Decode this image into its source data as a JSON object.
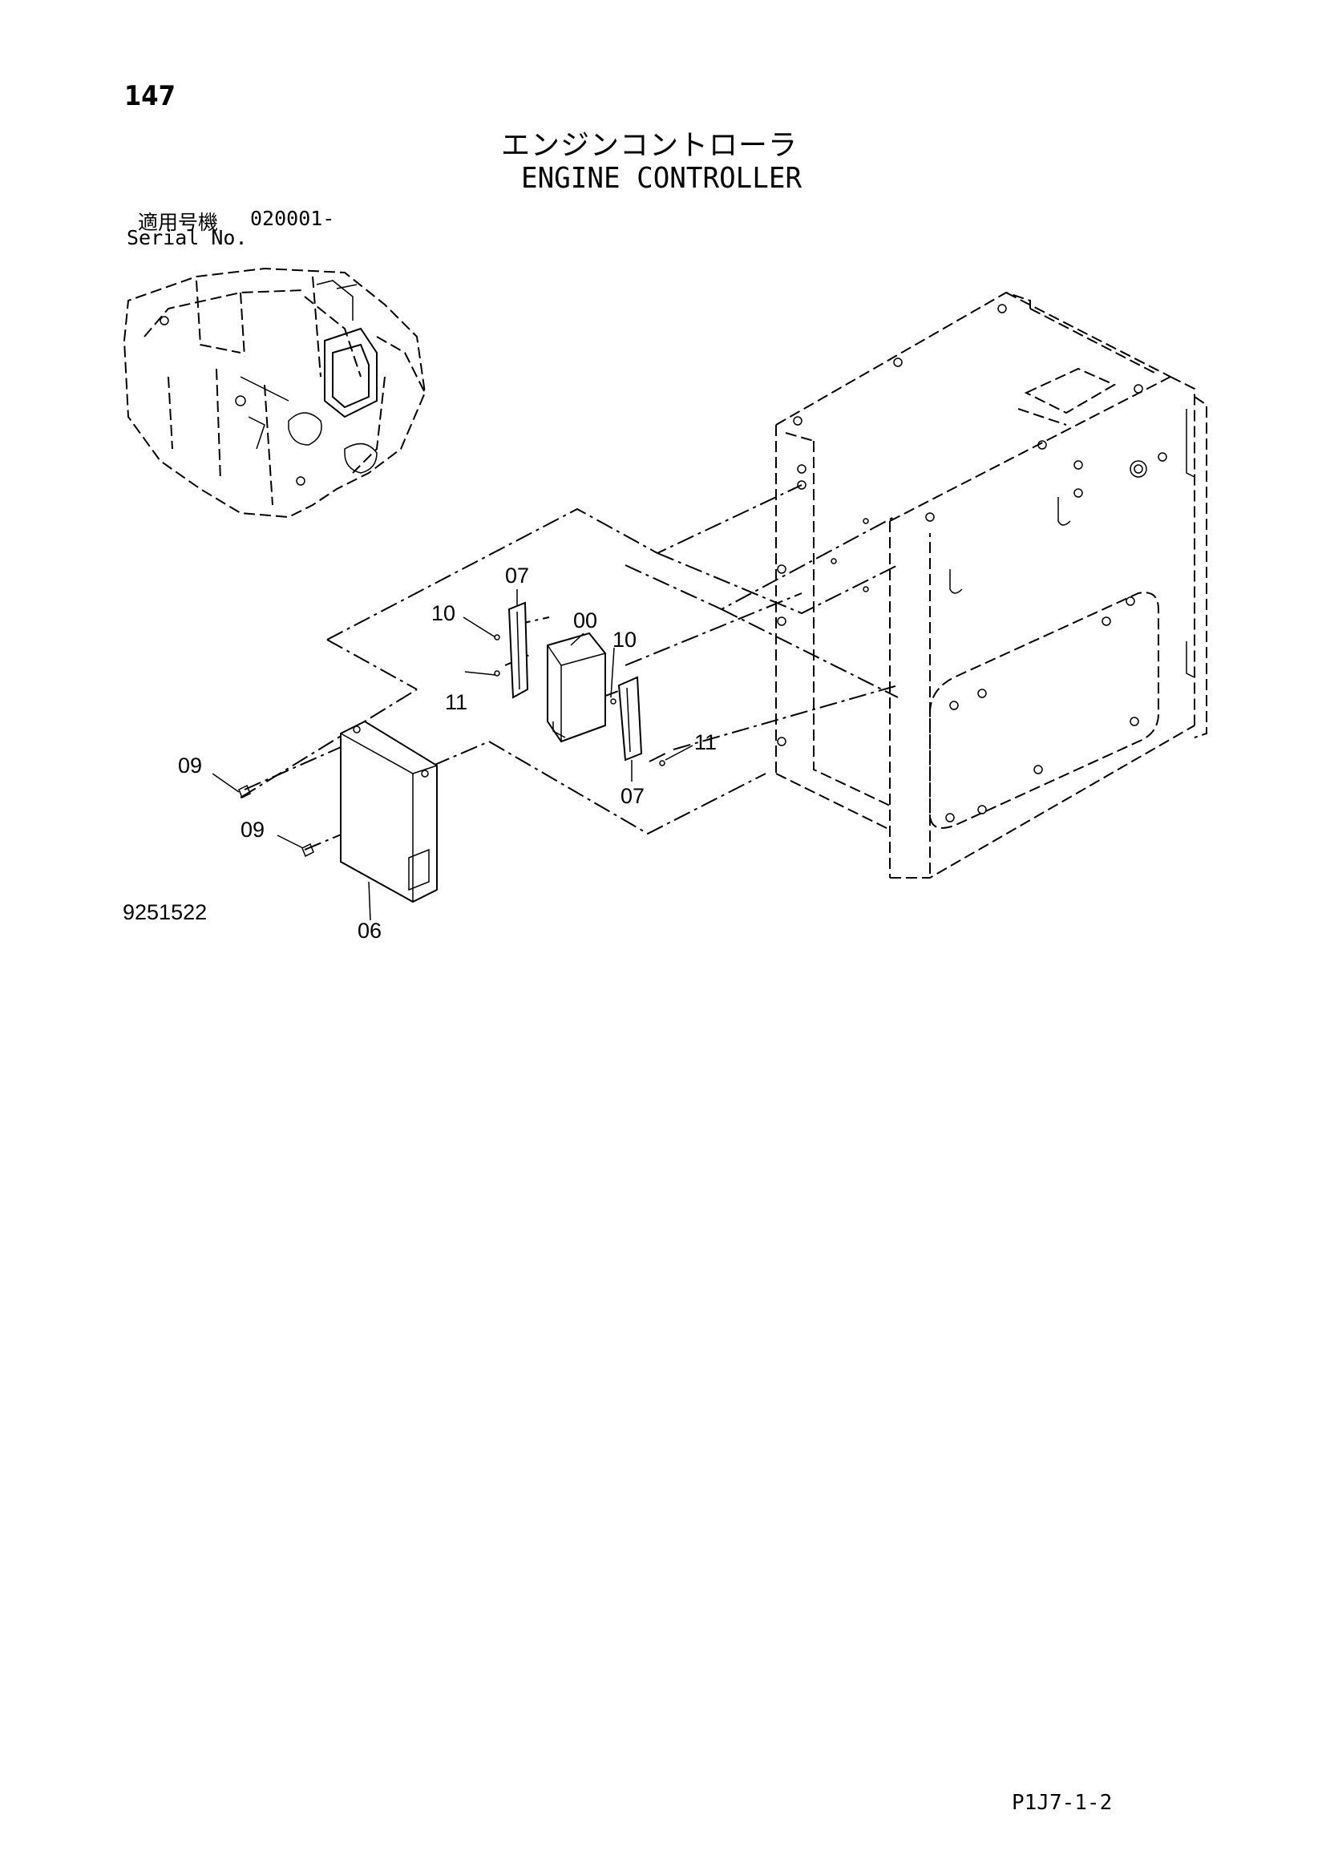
{
  "page": {
    "number": "147",
    "title_jp": "エンジンコントローラ",
    "title_en": "ENGINE CONTROLLER",
    "serial_label_jp": "適用号機",
    "serial_range": "020001-",
    "serial_label_en": "Serial No.",
    "figure_code": "9251522",
    "page_code": "P1J7-1-2"
  },
  "diagram": {
    "callouts": [
      "07",
      "10",
      "00",
      "10",
      "11",
      "11",
      "09",
      "09",
      "07",
      "06"
    ]
  }
}
